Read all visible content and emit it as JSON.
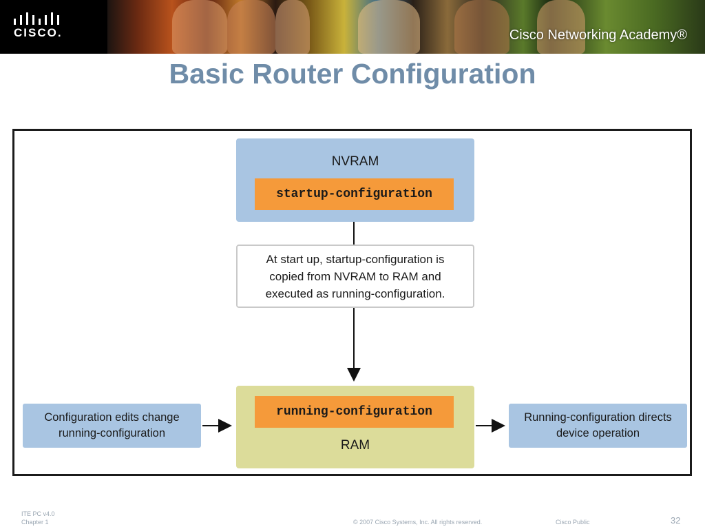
{
  "header": {
    "logo_text": "CISCO.",
    "academy": "Cisco Networking Academy®"
  },
  "slide": {
    "title": "Basic Router Configuration"
  },
  "diagram": {
    "nvram": {
      "label": "NVRAM",
      "config": "startup-configuration"
    },
    "note": {
      "line1": "At start up, startup-configuration is",
      "line2": "copied from NVRAM to RAM and",
      "line3": "executed as running-configuration."
    },
    "ram": {
      "config": "running-configuration",
      "label": "RAM"
    },
    "left_box": {
      "line1": "Configuration edits change",
      "line2": "running-configuration"
    },
    "right_box": {
      "line1": "Running-configuration directs",
      "line2": "device operation"
    },
    "colors": {
      "nvram_bg": "#a9c5e2",
      "ram_bg": "#dcdc9a",
      "config_bg": "#f59a3a",
      "title": "#6f8ca8"
    }
  },
  "footer": {
    "course": "ITE PC v4.0",
    "chapter": "Chapter 1",
    "copyright": "© 2007 Cisco Systems, Inc. All rights reserved.",
    "classification": "Cisco Public",
    "page": "32"
  }
}
